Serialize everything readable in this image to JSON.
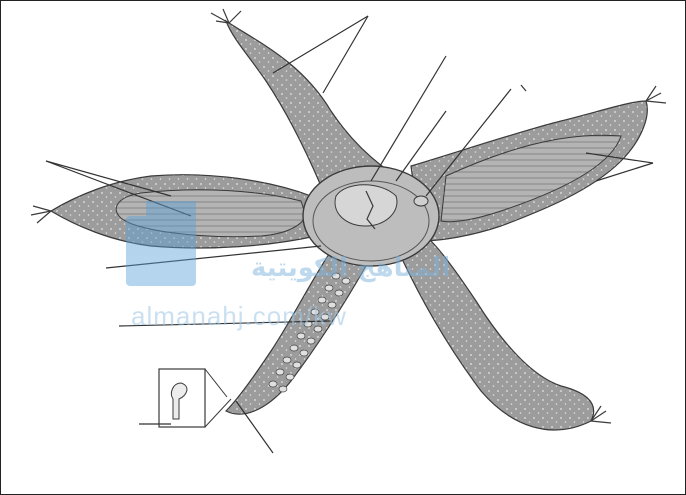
{
  "figure": {
    "subject": "starfish dissection",
    "colors": {
      "body_fill": "#9a9a9a",
      "body_dark": "#6f6f6f",
      "outline": "#3a3a3a",
      "organ_fill": "#c9c9c9",
      "leader_line": "#333333",
      "watermark_blue": "#5aa0d8"
    },
    "leader_lines": [
      {
        "id": "upper-arm-spines-a"
      },
      {
        "id": "upper-arm-spines-b"
      },
      {
        "id": "stomach"
      },
      {
        "id": "anus"
      },
      {
        "id": "madreporite"
      },
      {
        "id": "gonad"
      },
      {
        "id": "digestive-gland-left-a"
      },
      {
        "id": "digestive-gland-left-b"
      },
      {
        "id": "ring-canal"
      },
      {
        "id": "radial-canal"
      },
      {
        "id": "tube-foot"
      },
      {
        "id": "ampulla"
      },
      {
        "id": "right-arm-a"
      },
      {
        "id": "right-arm-b"
      }
    ]
  },
  "watermark": {
    "arabic": "المناهج الكويتية",
    "latin": "almanahj.com/kw",
    "icon": "book-logo-icon"
  },
  "inset": {
    "icon": "tube-foot-ampulla-icon"
  }
}
